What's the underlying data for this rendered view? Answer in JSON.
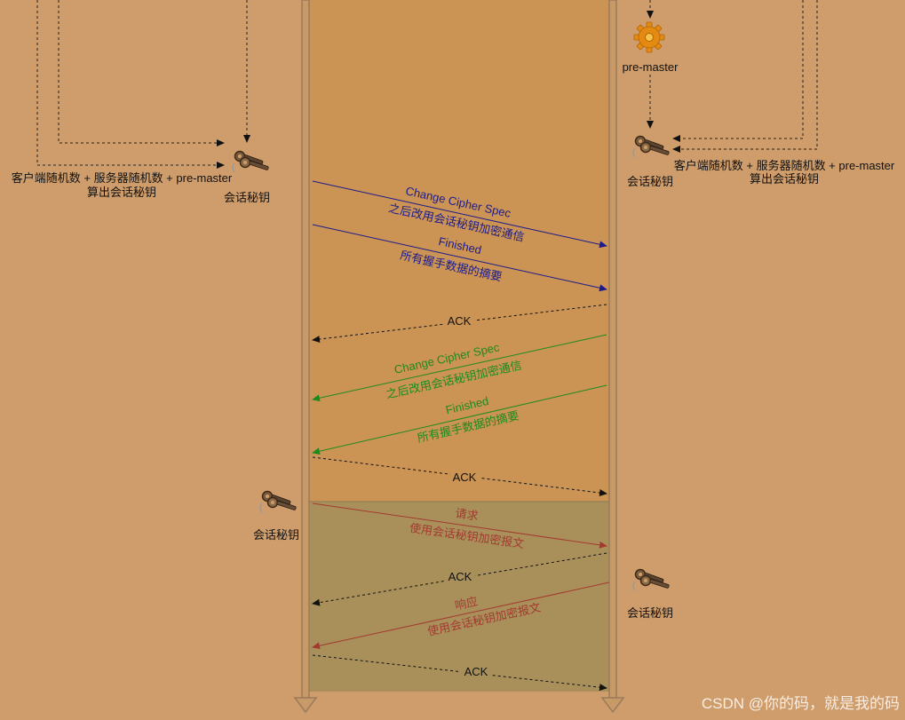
{
  "labels": {
    "session_key": "会话秘钥",
    "premaster": "pre-master",
    "calc_line1": "客户端随机数 + 服务器随机数 +  pre-master",
    "calc_line2": "算出会话秘钥"
  },
  "messages": {
    "client_ccs_line1": "Change Cipher Spec",
    "client_ccs_line2": "之后改用会话秘钥加密通信",
    "client_fin_line1": "Finished",
    "client_fin_line2": "所有握手数据的摘要",
    "ack_1": "ACK",
    "server_ccs_line1": "Change Cipher Spec",
    "server_ccs_line2": "之后改用会话秘钥加密通信",
    "server_fin_line1": "Finished",
    "server_fin_line2": "所有握手数据的摘要",
    "ack_2": "ACK",
    "request_line1": "请求",
    "request_line2": "使用会话秘钥加密报文",
    "ack_3": "ACK",
    "response_line1": "响应",
    "response_line2": "使用会话秘钥加密报文",
    "ack_4": "ACK"
  },
  "watermark": "CSDN @你的码，就是我的码",
  "colors": {
    "background": "#cf9d6b",
    "handshake_band": "#cb9455",
    "encrypted_band": "#a9905a",
    "client_msg": "#1a1a8c",
    "server_msg": "#1d8a1d",
    "data_msg": "#a33a30",
    "ack": "#111111",
    "lifeline": "#b08a66"
  },
  "icons": [
    "key-icon",
    "gear-icon",
    "arrow-down-icon"
  ]
}
